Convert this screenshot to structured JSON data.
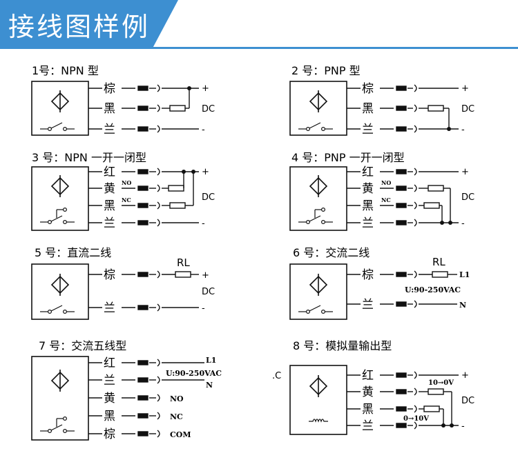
{
  "header": {
    "title": "接线图样例"
  },
  "diagrams": [
    {
      "title": "1号：NPN 型",
      "wires": [
        "棕",
        "黑",
        "兰"
      ],
      "terminals": [
        "+",
        "DC",
        "-"
      ]
    },
    {
      "title": "2 号：PNP 型",
      "wires": [
        "棕",
        "黑",
        "兰"
      ],
      "terminals": [
        "+",
        "DC",
        "-"
      ]
    },
    {
      "title": "3 号：NPN 一开一闭型",
      "wires": [
        "红",
        "黄",
        "黑",
        "兰"
      ],
      "subs": [
        "NO",
        "NC"
      ],
      "terminals": [
        "+",
        "DC",
        "-"
      ]
    },
    {
      "title": "4 号：PNP 一开一闭型",
      "wires": [
        "红",
        "黄",
        "黑",
        "兰"
      ],
      "subs": [
        "NO",
        "NC"
      ],
      "terminals": [
        "+",
        "DC",
        "-"
      ]
    },
    {
      "title": "5 号：直流二线",
      "wires": [
        "棕",
        "兰"
      ],
      "load": "RL",
      "terminals": [
        "+",
        "DC",
        "-"
      ]
    },
    {
      "title": "6 号：交流二线",
      "wires": [
        "棕",
        "兰"
      ],
      "load": "RL",
      "terminals": [
        "L1",
        "U:90-250VAC",
        "N"
      ]
    },
    {
      "title": "7 号：交流五线型",
      "wires": [
        "红",
        "兰",
        "黄",
        "黑",
        "棕"
      ],
      "terminals": [
        "L1",
        "U:90-250VAC",
        "N",
        "NO",
        "NC",
        "COM"
      ]
    },
    {
      "title": "8 号：模拟量输出型",
      "wires": [
        "红",
        "黄",
        "黑",
        "兰"
      ],
      "ranges": [
        "10→0V",
        "0→10V"
      ],
      "terminals": [
        "+",
        "DC",
        "-"
      ],
      "edge_fragment": ".C"
    }
  ]
}
